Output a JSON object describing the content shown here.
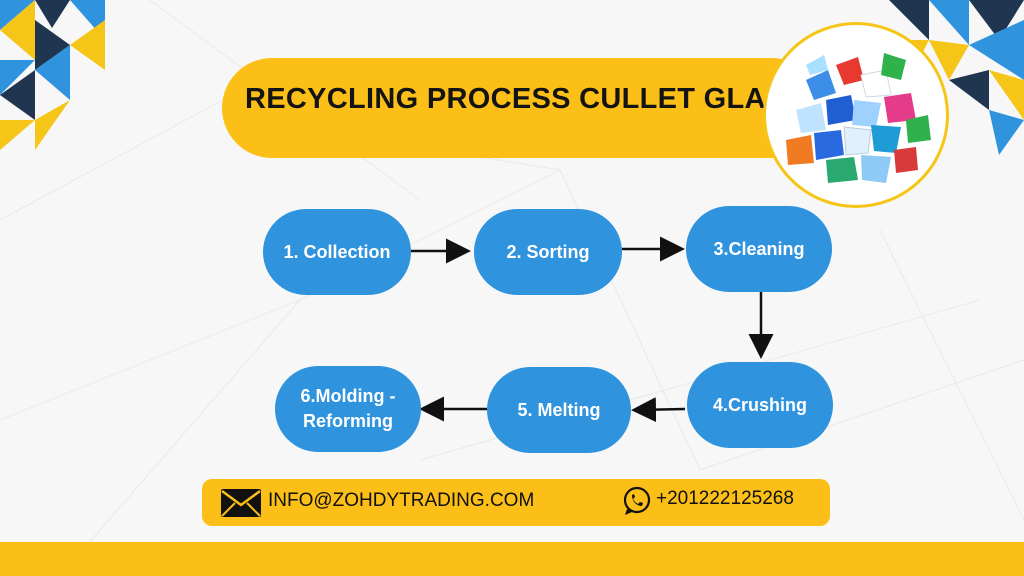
{
  "title": "RECYCLING PROCESS CULLET GLASS",
  "steps": [
    {
      "label": "1. Collection"
    },
    {
      "label": "2. Sorting"
    },
    {
      "label": "3.Cleaning"
    },
    {
      "label": "4.Crushing"
    },
    {
      "label": "5. Melting"
    },
    {
      "label": "6.Molding -\nReforming"
    }
  ],
  "contact": {
    "email": "INFO@ZOHDYTRADING.COM",
    "phone": "+201222125268",
    "email_icon": "envelope-icon",
    "phone_icon": "whatsapp-icon"
  },
  "colors": {
    "accent_yellow": "#fbbf17",
    "step_blue": "#2f93de",
    "navy": "#1f3550",
    "sky": "#2f93de"
  }
}
